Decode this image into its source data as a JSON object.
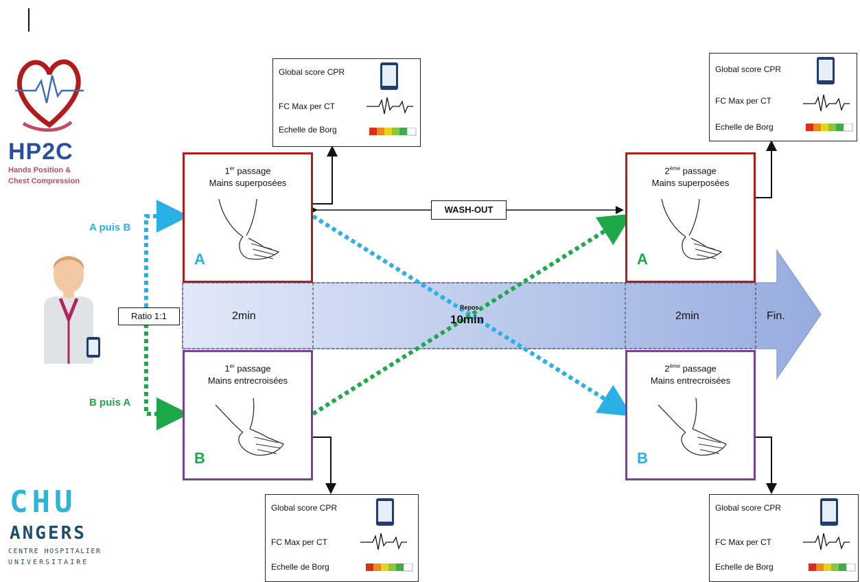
{
  "timeline": {
    "phase1": "2min",
    "rest_small": "Repos",
    "rest_big": "10min",
    "phase2": "2min",
    "end": "Fin."
  },
  "washout": "WASH-OUT",
  "ratio": "Ratio 1:1",
  "branches": {
    "a": "A puis B",
    "b": "B puis A"
  },
  "logos": {
    "hp2c": {
      "title": "HP2C",
      "line1": "Hands Position &",
      "line2": "Chest Compression"
    },
    "chu": {
      "l1": "CHU",
      "l2": "ANGERS",
      "l3": "CENTRE HOSPITALIER",
      "l4": "UNIVERSITAIRE"
    }
  },
  "stages": {
    "a1": {
      "sup": "er",
      "pre": "1",
      "suffix": " passage",
      "name": "Mains superposées",
      "letter": "A"
    },
    "a2": {
      "sup": "ème",
      "pre": "2",
      "suffix": " passage",
      "name": "Mains superposées",
      "letter": "A"
    },
    "b1": {
      "sup": "er",
      "pre": "1",
      "suffix": " passage",
      "name": "Mains entrecroisées",
      "letter": "B"
    },
    "b2": {
      "sup": "ème",
      "pre": "2",
      "suffix": " passage",
      "name": "Mains entrecroisées",
      "letter": "B"
    }
  },
  "measures": {
    "score": "Global score CPR",
    "fc_a": "FC  Max per CT",
    "fc_b": "FC Max per CT",
    "borg": "Echelle de Borg"
  },
  "colors": {
    "red": "#b01c1c",
    "purple": "#7a3f9d",
    "blue": "#2bb0e6",
    "green": "#1fa84a",
    "timeline": "#b9c9ee"
  },
  "icons": [
    "tablet-icon",
    "ecg-icon",
    "borg-scale-icon",
    "hands-icon",
    "manikin-icon"
  ]
}
